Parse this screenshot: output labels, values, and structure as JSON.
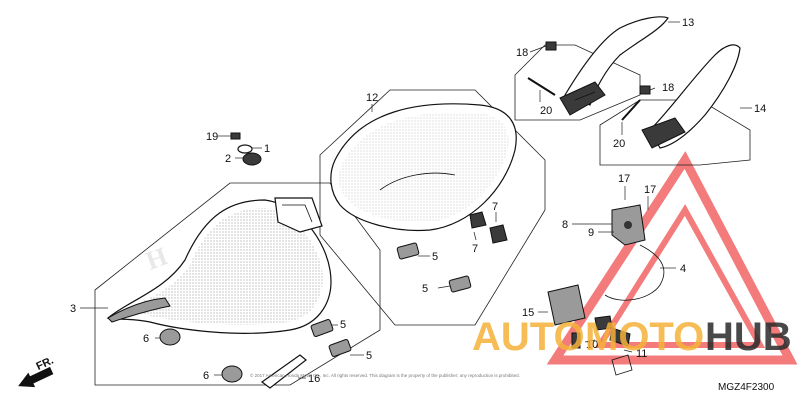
{
  "diagram_code": "MGZ4F2300",
  "front_label": "FR.",
  "watermark": {
    "part1": "AUTO",
    "part2": "MOTO",
    "part3": "HUB",
    "color_orange": "#f5b23a",
    "color_dark": "#2a2a2a",
    "color_red": "#f05a5a"
  },
  "callouts": {
    "c1": "1",
    "c2": "2",
    "c3": "3",
    "c4": "4",
    "c5a": "5",
    "c5b": "5",
    "c5c": "5",
    "c5d": "5",
    "c6a": "6",
    "c6b": "6",
    "c7a": "7",
    "c7b": "7",
    "c8": "8",
    "c9": "9",
    "c10": "10",
    "c11": "11",
    "c12": "12",
    "c13": "13",
    "c14": "14",
    "c15": "15",
    "c16": "16",
    "c17a": "17",
    "c17b": "17",
    "c18a": "18",
    "c18b": "18",
    "c19": "19",
    "c20a": "20",
    "c20b": "20"
  },
  "fine_print": "© 2017 American Honda Motor Co., Inc. All rights reserved. This diagram is the property of the publisher; any reproduction is prohibited."
}
